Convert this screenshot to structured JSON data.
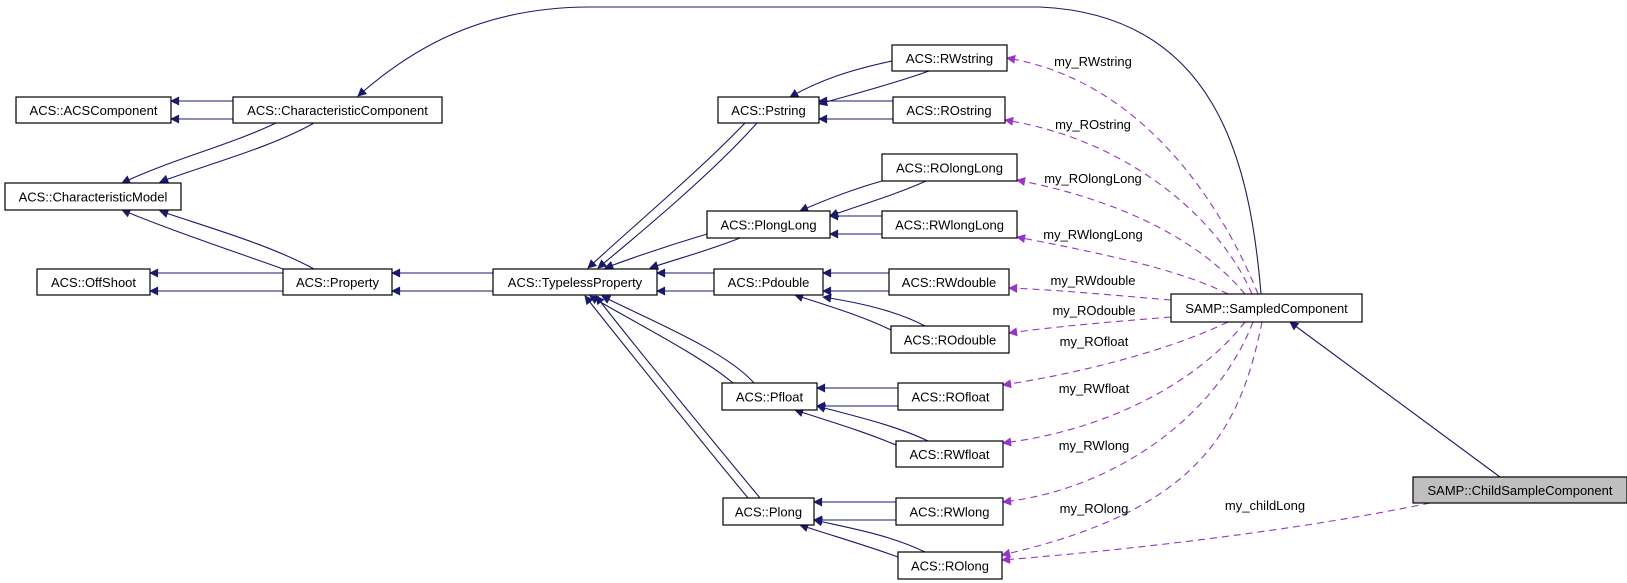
{
  "colors": {
    "inheritance_edge": "#191970",
    "member_edge": "#9a32cd",
    "highlight_node_fill": "#bfbfbf",
    "node_fill": "#ffffff"
  },
  "nodes": [
    {
      "id": "acscomp",
      "label": "ACS::ACSComponent"
    },
    {
      "id": "charcomp",
      "label": "ACS::CharacteristicComponent"
    },
    {
      "id": "charmodel",
      "label": "ACS::CharacteristicModel"
    },
    {
      "id": "offshoot",
      "label": "ACS::OffShoot"
    },
    {
      "id": "property",
      "label": "ACS::Property"
    },
    {
      "id": "typeless",
      "label": "ACS::TypelessProperty"
    },
    {
      "id": "pstring",
      "label": "ACS::Pstring"
    },
    {
      "id": "plonglong",
      "label": "ACS::PlongLong"
    },
    {
      "id": "pdouble",
      "label": "ACS::Pdouble"
    },
    {
      "id": "pfloat",
      "label": "ACS::Pfloat"
    },
    {
      "id": "plong",
      "label": "ACS::Plong"
    },
    {
      "id": "rwstring",
      "label": "ACS::RWstring"
    },
    {
      "id": "rostring",
      "label": "ACS::ROstring"
    },
    {
      "id": "rolonglong",
      "label": "ACS::ROlongLong"
    },
    {
      "id": "rwlonglong",
      "label": "ACS::RWlongLong"
    },
    {
      "id": "rwdouble",
      "label": "ACS::RWdouble"
    },
    {
      "id": "rodouble",
      "label": "ACS::ROdouble"
    },
    {
      "id": "rofloat",
      "label": "ACS::ROfloat"
    },
    {
      "id": "rwfloat",
      "label": "ACS::RWfloat"
    },
    {
      "id": "rwlong",
      "label": "ACS::RWlong"
    },
    {
      "id": "rolong",
      "label": "ACS::ROlong"
    },
    {
      "id": "sampled",
      "label": "SAMP::SampledComponent"
    },
    {
      "id": "child",
      "label": "SAMP::ChildSampleComponent",
      "highlighted": true
    }
  ],
  "edges": [
    {
      "from": "charcomp",
      "to": "acscomp",
      "type": "inheritance"
    },
    {
      "from": "charcomp",
      "to": "charmodel",
      "type": "inheritance"
    },
    {
      "from": "property",
      "to": "charmodel",
      "type": "inheritance"
    },
    {
      "from": "property",
      "to": "offshoot",
      "type": "inheritance"
    },
    {
      "from": "typeless",
      "to": "property",
      "type": "inheritance"
    },
    {
      "from": "pstring",
      "to": "typeless",
      "type": "inheritance"
    },
    {
      "from": "plonglong",
      "to": "typeless",
      "type": "inheritance"
    },
    {
      "from": "pdouble",
      "to": "typeless",
      "type": "inheritance"
    },
    {
      "from": "pfloat",
      "to": "typeless",
      "type": "inheritance"
    },
    {
      "from": "plong",
      "to": "typeless",
      "type": "inheritance"
    },
    {
      "from": "rwstring",
      "to": "pstring",
      "type": "inheritance"
    },
    {
      "from": "rostring",
      "to": "pstring",
      "type": "inheritance"
    },
    {
      "from": "rolonglong",
      "to": "plonglong",
      "type": "inheritance"
    },
    {
      "from": "rwlonglong",
      "to": "plonglong",
      "type": "inheritance"
    },
    {
      "from": "rwdouble",
      "to": "pdouble",
      "type": "inheritance"
    },
    {
      "from": "rodouble",
      "to": "pdouble",
      "type": "inheritance"
    },
    {
      "from": "rofloat",
      "to": "pfloat",
      "type": "inheritance"
    },
    {
      "from": "rwfloat",
      "to": "pfloat",
      "type": "inheritance"
    },
    {
      "from": "rwlong",
      "to": "plong",
      "type": "inheritance"
    },
    {
      "from": "rolong",
      "to": "plong",
      "type": "inheritance"
    },
    {
      "from": "sampled",
      "to": "charcomp",
      "type": "inheritance"
    },
    {
      "from": "child",
      "to": "sampled",
      "type": "inheritance"
    },
    {
      "from": "sampled",
      "to": "rwstring",
      "type": "member",
      "label": "my_RWstring"
    },
    {
      "from": "sampled",
      "to": "rostring",
      "type": "member",
      "label": "my_ROstring"
    },
    {
      "from": "sampled",
      "to": "rolonglong",
      "type": "member",
      "label": "my_ROlongLong"
    },
    {
      "from": "sampled",
      "to": "rwlonglong",
      "type": "member",
      "label": "my_RWlongLong"
    },
    {
      "from": "sampled",
      "to": "rwdouble",
      "type": "member",
      "label": "my_RWdouble"
    },
    {
      "from": "sampled",
      "to": "rodouble",
      "type": "member",
      "label": "my_ROdouble"
    },
    {
      "from": "sampled",
      "to": "rofloat",
      "type": "member",
      "label": "my_ROfloat"
    },
    {
      "from": "sampled",
      "to": "rwfloat",
      "type": "member",
      "label": "my_RWfloat"
    },
    {
      "from": "sampled",
      "to": "rwlong",
      "type": "member",
      "label": "my_RWlong"
    },
    {
      "from": "sampled",
      "to": "rolong",
      "type": "member",
      "label": "my_ROlong"
    },
    {
      "from": "child",
      "to": "rolong",
      "type": "member",
      "label": "my_childLong"
    }
  ]
}
